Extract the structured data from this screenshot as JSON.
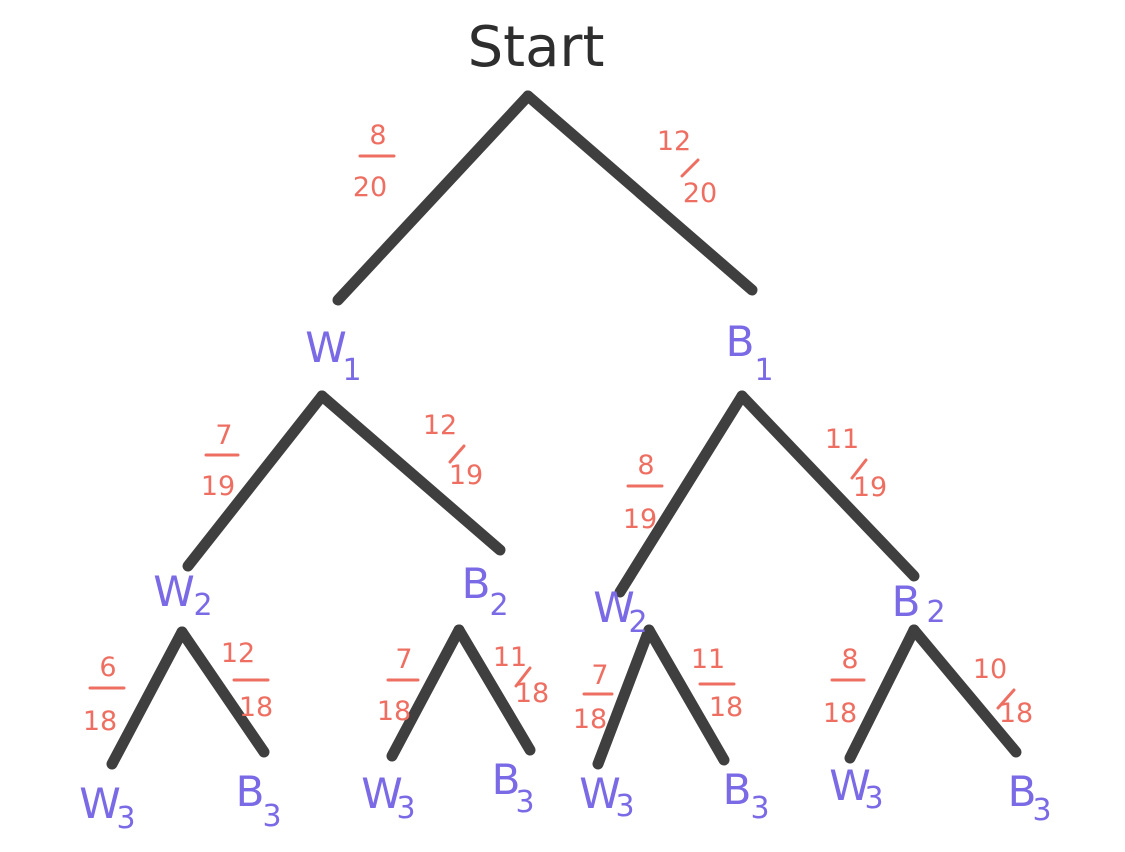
{
  "root": {
    "label": "Start"
  },
  "level1": [
    {
      "letter": "W",
      "sub": "1",
      "prob": {
        "num": "8",
        "den": "20"
      }
    },
    {
      "letter": "B",
      "sub": "1",
      "prob": {
        "num": "12",
        "den": "20"
      }
    }
  ],
  "level2": [
    {
      "letter": "W",
      "sub": "2",
      "prob": {
        "num": "7",
        "den": "19"
      }
    },
    {
      "letter": "B",
      "sub": "2",
      "prob": {
        "num": "12",
        "den": "19"
      }
    },
    {
      "letter": "W",
      "sub": "2",
      "prob": {
        "num": "8",
        "den": "19"
      }
    },
    {
      "letter": "B",
      "sub": "2",
      "prob": {
        "num": "11",
        "den": "19"
      }
    }
  ],
  "level3": [
    {
      "letter": "W",
      "sub": "3",
      "prob": {
        "num": "6",
        "den": "18"
      }
    },
    {
      "letter": "B",
      "sub": "3",
      "prob": {
        "num": "12",
        "den": "18"
      }
    },
    {
      "letter": "W",
      "sub": "3",
      "prob": {
        "num": "7",
        "den": "18"
      }
    },
    {
      "letter": "B",
      "sub": "3",
      "prob": {
        "num": "11",
        "den": "18"
      }
    },
    {
      "letter": "W",
      "sub": "3",
      "prob": {
        "num": "7",
        "den": "18"
      }
    },
    {
      "letter": "B",
      "sub": "3",
      "prob": {
        "num": "11",
        "den": "18"
      }
    },
    {
      "letter": "W",
      "sub": "3",
      "prob": {
        "num": "8",
        "den": "18"
      }
    },
    {
      "letter": "B",
      "sub": "3",
      "prob": {
        "num": "10",
        "den": "18"
      }
    }
  ]
}
